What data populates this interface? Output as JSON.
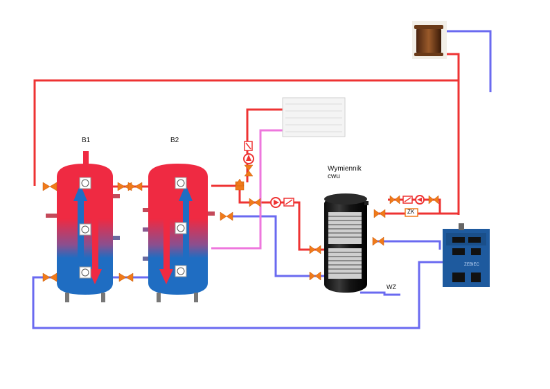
{
  "labels": {
    "tank1": "B1",
    "tank2": "B2",
    "heat_exchanger_line1": "Wymiennik",
    "heat_exchanger_line2": "cwu",
    "wz": "WZ",
    "zk": "ZK",
    "boiler_brand": "ZEBIEC"
  },
  "colors": {
    "hot_pipe": "#ee3333",
    "cold_pipe": "#6a6af0",
    "mixed_pipe": "#ee77dd",
    "tank_top": "#ef2a42",
    "tank_bottom": "#1f6dc2",
    "boiler": "#1e5a9e",
    "valve": "#f07a1a",
    "exchanger": "#1b1b1b"
  },
  "icons": [
    "gate-valve-icon",
    "pump-icon",
    "check-valve-icon",
    "thermometer-icon",
    "three-way-valve-icon",
    "expansion-vessel-icon",
    "radiator-icon",
    "boiler-icon"
  ]
}
